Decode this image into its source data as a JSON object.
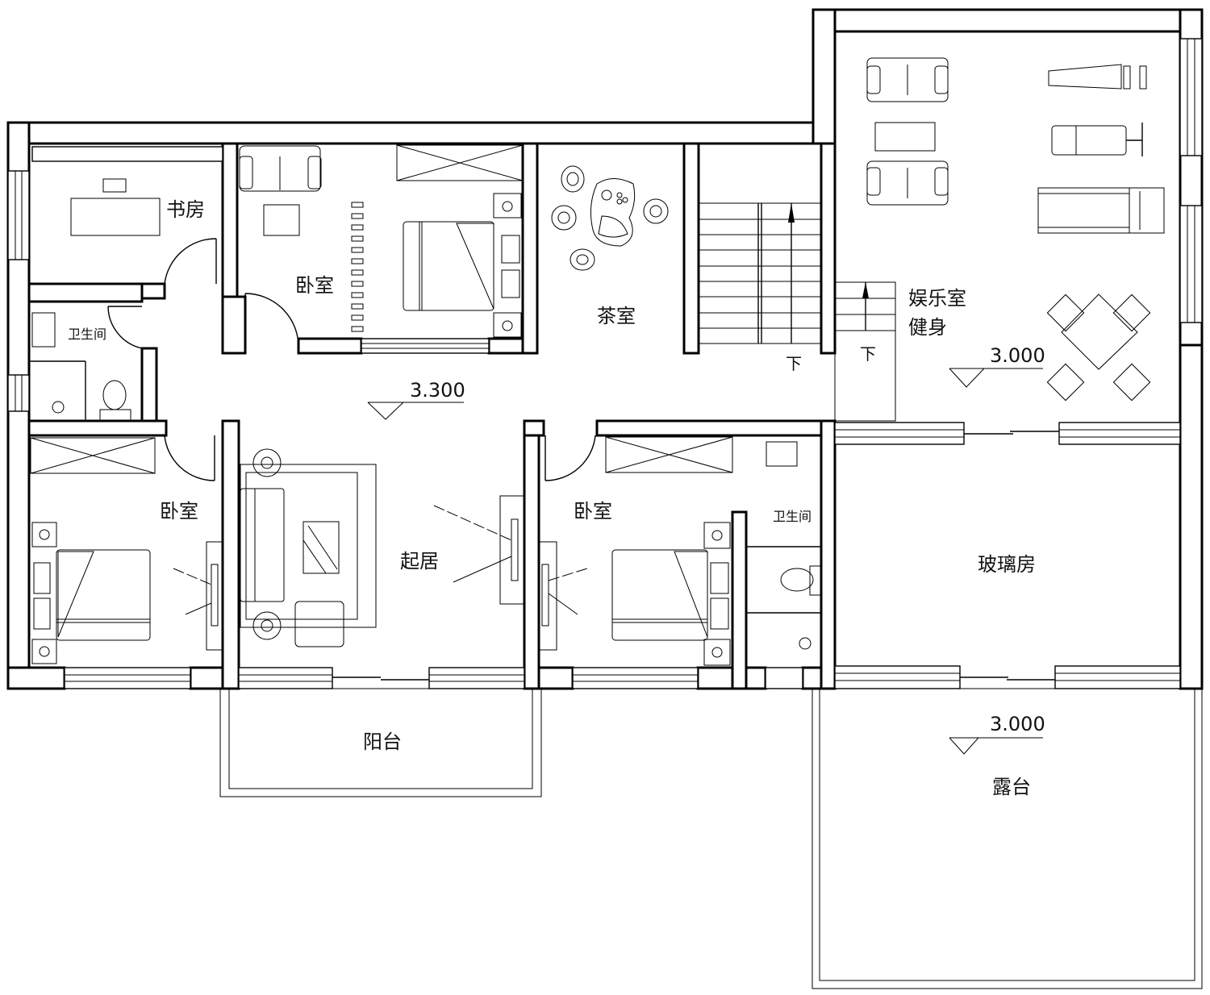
{
  "plan": {
    "type": "residential floor plan (upper floor)",
    "rooms": [
      {
        "id": "study",
        "label": "书房"
      },
      {
        "id": "bathroom-west",
        "label": "卫生间"
      },
      {
        "id": "bedroom-north",
        "label": "卧室"
      },
      {
        "id": "tea-room",
        "label": "茶室"
      },
      {
        "id": "entertainment-room",
        "label": "娱乐室",
        "label2": "健身"
      },
      {
        "id": "bedroom-southwest",
        "label": "卧室"
      },
      {
        "id": "living-room",
        "label": "起居"
      },
      {
        "id": "bedroom-southeast",
        "label": "卧室"
      },
      {
        "id": "bathroom-east",
        "label": "卫生间"
      },
      {
        "id": "glass-room",
        "label": "玻璃房"
      },
      {
        "id": "balcony",
        "label": "阳台"
      },
      {
        "id": "terrace",
        "label": "露台"
      }
    ],
    "stairs": {
      "down_label_1": "下",
      "down_label_2": "下"
    },
    "elevations": [
      {
        "id": "living",
        "value": "3.300"
      },
      {
        "id": "entertainment",
        "value": "3.000"
      },
      {
        "id": "terrace",
        "value": "3.000"
      }
    ]
  },
  "colors": {
    "line": "#000000",
    "background": "#ffffff"
  }
}
